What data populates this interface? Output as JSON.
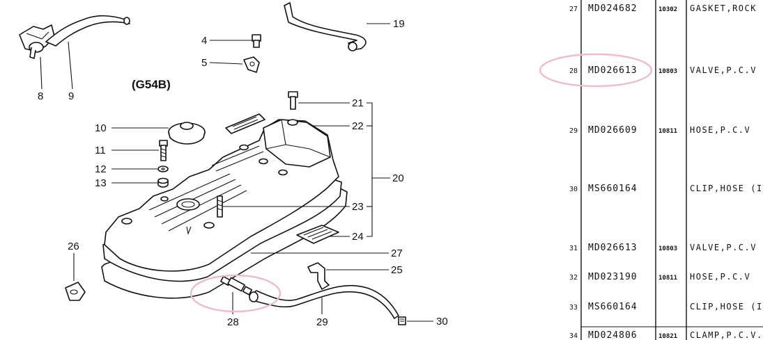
{
  "diagram": {
    "engine_label": "(G54B)",
    "callouts": [
      {
        "id": "c8",
        "label": "8"
      },
      {
        "id": "c9",
        "label": "9"
      },
      {
        "id": "c4",
        "label": "4"
      },
      {
        "id": "c5",
        "label": "5"
      },
      {
        "id": "c19",
        "label": "19"
      },
      {
        "id": "c10",
        "label": "10"
      },
      {
        "id": "c11",
        "label": "11"
      },
      {
        "id": "c12",
        "label": "12"
      },
      {
        "id": "c13",
        "label": "13"
      },
      {
        "id": "c21",
        "label": "21"
      },
      {
        "id": "c22",
        "label": "22"
      },
      {
        "id": "c20",
        "label": "20"
      },
      {
        "id": "c23",
        "label": "23"
      },
      {
        "id": "c24",
        "label": "24"
      },
      {
        "id": "c26",
        "label": "26"
      },
      {
        "id": "c27",
        "label": "27"
      },
      {
        "id": "c25",
        "label": "25"
      },
      {
        "id": "c28",
        "label": "28"
      },
      {
        "id": "c29",
        "label": "29"
      },
      {
        "id": "c30",
        "label": "30"
      }
    ],
    "highlight_color": "#f2b8d0"
  },
  "parts_table": {
    "rows": [
      {
        "ref": "27",
        "part_no": "MD024682",
        "code": "10302",
        "desc": "GASKET,ROCK"
      },
      {
        "ref": "28",
        "part_no": "MD026613",
        "code": "10803",
        "desc": "VALVE,P.C.V"
      },
      {
        "ref": "29",
        "part_no": "MD026609",
        "code": "10811",
        "desc": "HOSE,P.C.V"
      },
      {
        "ref": "30",
        "part_no": "MS660164",
        "code": "",
        "desc": "CLIP,HOSE (I"
      },
      {
        "ref": "31",
        "part_no": "MD026613",
        "code": "10803",
        "desc": "VALVE,P.C.V"
      },
      {
        "ref": "32",
        "part_no": "MD023190",
        "code": "10811",
        "desc": "HOSE,P.C.V"
      },
      {
        "ref": "33",
        "part_no": "MS660164",
        "code": "",
        "desc": "CLIP,HOSE (I"
      },
      {
        "ref": "34",
        "part_no": "MD024806",
        "code": "10821",
        "desc": "CLAMP,P.C.V."
      }
    ],
    "highlighted_row_ref": "28"
  }
}
